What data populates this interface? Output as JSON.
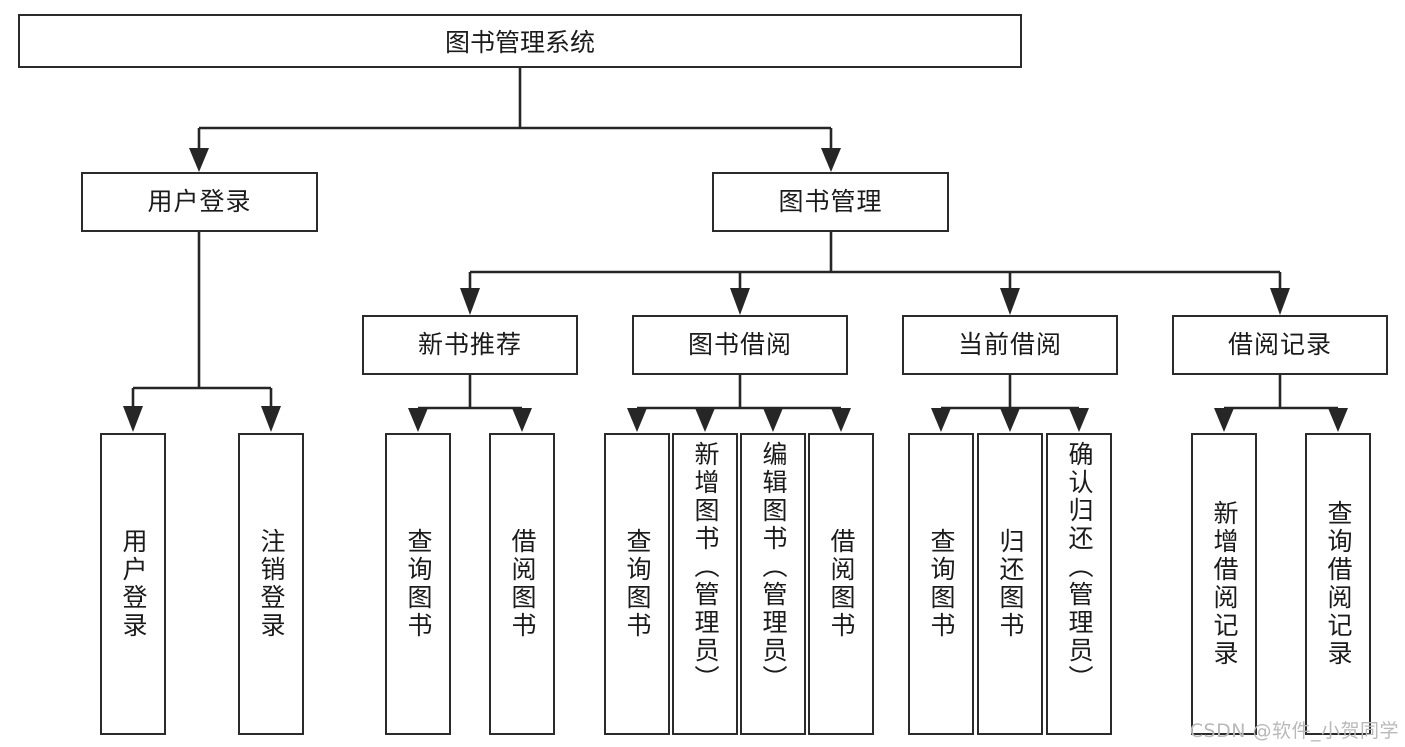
{
  "diagram": {
    "type": "tree-hierarchy-chart",
    "title": "图书管理系统",
    "line_color": "#262626",
    "box_border_color": "#2b2b2b",
    "box_fill_color": "#ffffff",
    "text_color": "#1b1b1b",
    "levels": {
      "root": {
        "label": "图书管理系统"
      },
      "level2": [
        {
          "label": "用户登录"
        },
        {
          "label": "图书管理"
        }
      ],
      "level3": [
        {
          "label": "新书推荐"
        },
        {
          "label": "图书借阅"
        },
        {
          "label": "当前借阅"
        },
        {
          "label": "借阅记录"
        }
      ],
      "leaves": {
        "user_login": [
          {
            "label": "用户登录"
          },
          {
            "label": "注销登录"
          }
        ],
        "new_book_recommend": [
          {
            "label": "查询图书"
          },
          {
            "label": "借阅图书"
          }
        ],
        "book_borrow": [
          {
            "label": "查询图书"
          },
          {
            "label": "新增图书（管理员）"
          },
          {
            "label": "编辑图书（管理员）"
          },
          {
            "label": "借阅图书"
          }
        ],
        "current_borrow": [
          {
            "label": "查询图书"
          },
          {
            "label": "归还图书"
          },
          {
            "label": "确认归还（管理员）"
          }
        ],
        "borrow_records": [
          {
            "label": "新增借阅记录"
          },
          {
            "label": "查询借阅记录"
          }
        ]
      }
    }
  },
  "watermark": {
    "text": "CSDN @软件_小贺同学",
    "color": "#b9b9b9"
  }
}
